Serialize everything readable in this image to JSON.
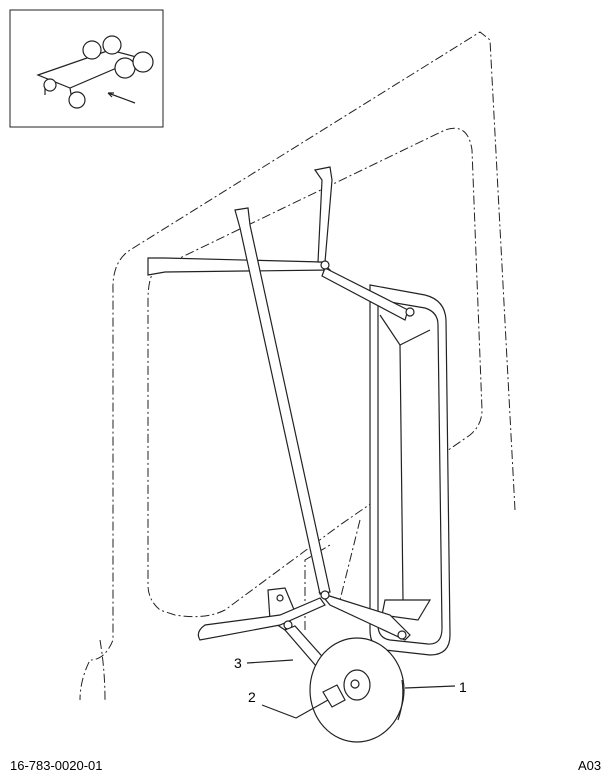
{
  "drawing_number": "16-783-0020-01",
  "sheet_code": "A03",
  "callouts": [
    "1",
    "2",
    "3"
  ]
}
